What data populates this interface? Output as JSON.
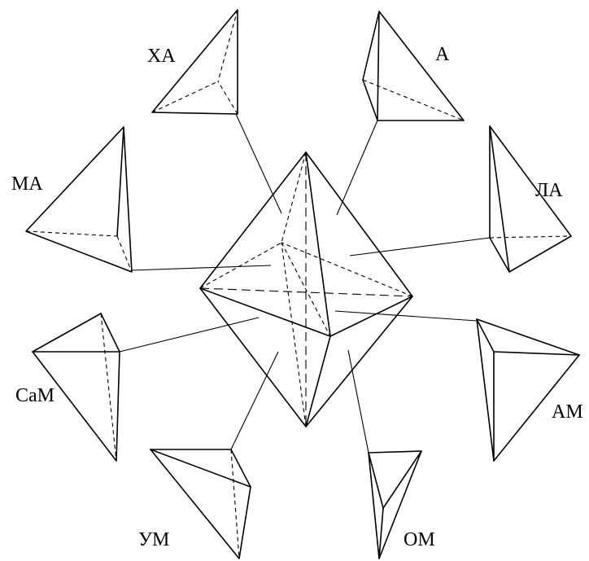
{
  "labels": {
    "xa": "ХА",
    "a": "А",
    "ma": "МА",
    "la": "ЛА",
    "cam": "СаМ",
    "am": "АМ",
    "ym": "УМ",
    "om": "ОМ"
  },
  "colors": {
    "ink": "#000000",
    "paper": "#ffffff"
  }
}
